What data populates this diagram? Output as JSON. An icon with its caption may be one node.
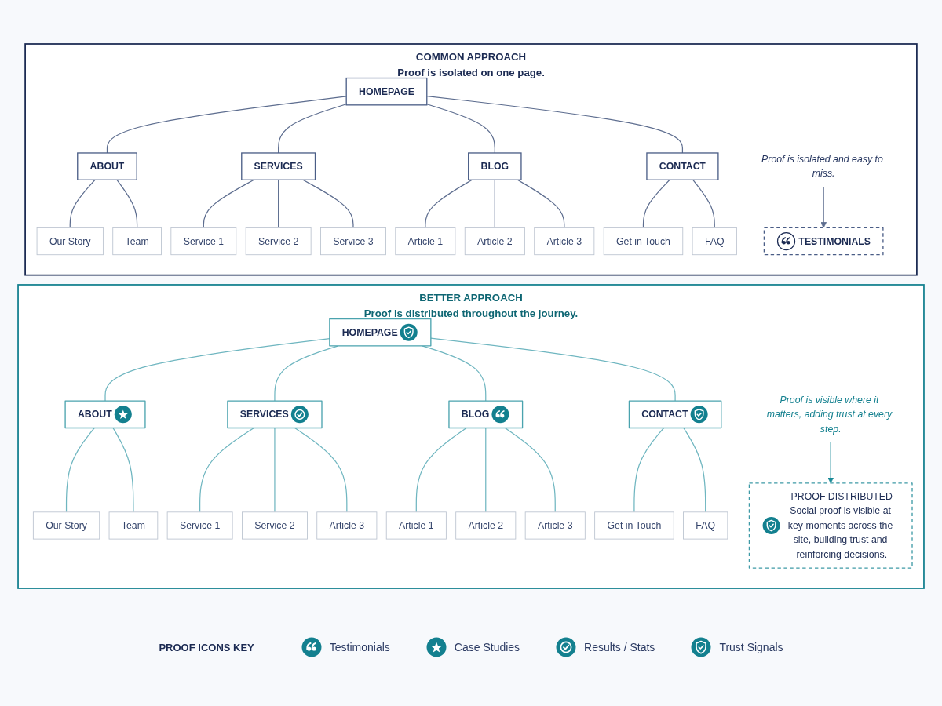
{
  "diagram": {
    "nodes": [
      {
        "text": [
          "COMMON APPROACH",
          "Proof is isolated on one page."
        ]
      },
      {
        "text": [
          "HOMEPAGE"
        ],
        "in": 0
      },
      {
        "text": [
          "ABOUT"
        ],
        "in": 0
      },
      {
        "text": [
          "SERVICES"
        ],
        "in": 0
      },
      {
        "text": [
          "BLOG"
        ],
        "in": 0
      },
      {
        "text": [
          "CONTACT"
        ],
        "in": 0
      },
      {
        "text": [
          "Our Story"
        ],
        "in": 0
      },
      {
        "text": [
          "Team"
        ],
        "in": 0
      },
      {
        "text": [
          "Service 1"
        ],
        "in": 0
      },
      {
        "text": [
          "Service 2"
        ],
        "in": 0
      },
      {
        "text": [
          "Service 3"
        ],
        "in": 0
      },
      {
        "text": [
          "Article 1"
        ],
        "in": 0
      },
      {
        "text": [
          "Article 2"
        ],
        "in": 0
      },
      {
        "text": [
          "Article 3"
        ],
        "in": 0
      },
      {
        "text": [
          "Get in Touch"
        ],
        "in": 0
      },
      {
        "text": [
          "FAQ"
        ],
        "in": 0
      },
      {
        "text": [
          "TESTIMONIALS"
        ],
        "in": 0
      },
      {
        "text": [
          "Proof is isolated and easy to miss."
        ],
        "in": 0
      },
      {
        "text": [
          "BETTER APPROACH",
          "Proof is distributed throughout the journey."
        ]
      },
      {
        "text": [
          "HOMEPAGE"
        ],
        "in": 18
      },
      {
        "text": [
          "ABOUT"
        ],
        "in": 18
      },
      {
        "text": [
          "SERVICES"
        ],
        "in": 18
      },
      {
        "text": [
          "BLOG"
        ],
        "in": 18
      },
      {
        "text": [
          "CONTACT"
        ],
        "in": 18
      },
      {
        "text": [
          "Our Story"
        ],
        "in": 18
      },
      {
        "text": [
          "Team"
        ],
        "in": 18
      },
      {
        "text": [
          "Service 1"
        ],
        "in": 18
      },
      {
        "text": [
          "Service 2"
        ],
        "in": 18
      },
      {
        "text": [
          "Article 3"
        ],
        "in": 18
      },
      {
        "text": [
          "Article 1"
        ],
        "in": 18
      },
      {
        "text": [
          "Article 2"
        ],
        "in": 18
      },
      {
        "text": [
          "Article 3"
        ],
        "in": 18
      },
      {
        "text": [
          "Get in Touch"
        ],
        "in": 18
      },
      {
        "text": [
          "FAQ"
        ],
        "in": 18
      },
      {
        "text": [
          "PROOF DISTRIBUTED",
          "Social proof is visible at key moments across the site, building trust and reinforcing decisions."
        ],
        "in": 18
      },
      {
        "text": [
          "Proof is visible where it matters, adding trust at every step."
        ],
        "in": 18
      }
    ],
    "edges": [
      {
        "from": 1,
        "to": 2,
        "arrow": "none"
      },
      {
        "from": 1,
        "to": 3,
        "arrow": "none"
      },
      {
        "from": 1,
        "to": 4,
        "arrow": "none"
      },
      {
        "from": 1,
        "to": 5,
        "arrow": "none"
      },
      {
        "from": 2,
        "to": 6,
        "arrow": "none"
      },
      {
        "from": 2,
        "to": 7,
        "arrow": "none"
      },
      {
        "from": 3,
        "to": 8,
        "arrow": "none"
      },
      {
        "from": 3,
        "to": 9,
        "arrow": "none"
      },
      {
        "from": 3,
        "to": 10,
        "arrow": "none"
      },
      {
        "from": 4,
        "to": 11,
        "arrow": "none"
      },
      {
        "from": 4,
        "to": 12,
        "arrow": "none"
      },
      {
        "from": 4,
        "to": 13,
        "arrow": "none"
      },
      {
        "from": 5,
        "to": 14,
        "arrow": "none"
      },
      {
        "from": 5,
        "to": 15,
        "arrow": "none"
      },
      {
        "from": 17,
        "to": 16,
        "arrow": "to"
      },
      {
        "from": 19,
        "to": 20,
        "arrow": "none",
        "color": "#6fb6c0"
      },
      {
        "from": 19,
        "to": 21,
        "arrow": "none",
        "color": "#6fb6c0"
      },
      {
        "from": 19,
        "to": 22,
        "arrow": "none",
        "color": "#6fb6c0"
      },
      {
        "from": 19,
        "to": 23,
        "arrow": "none",
        "color": "#6fb6c0"
      },
      {
        "from": 20,
        "to": 24,
        "arrow": "none",
        "color": "#6fb6c0"
      },
      {
        "from": 20,
        "to": 25,
        "arrow": "none",
        "color": "#6fb6c0"
      },
      {
        "from": 21,
        "to": 26,
        "arrow": "none",
        "color": "#6fb6c0"
      },
      {
        "from": 21,
        "to": 27,
        "arrow": "none",
        "color": "#6fb6c0"
      },
      {
        "from": 21,
        "to": 28,
        "arrow": "none",
        "color": "#6fb6c0"
      },
      {
        "from": 22,
        "to": 29,
        "arrow": "none",
        "color": "#6fb6c0"
      },
      {
        "from": 22,
        "to": 30,
        "arrow": "none",
        "color": "#6fb6c0"
      },
      {
        "from": 22,
        "to": 31,
        "arrow": "none",
        "color": "#6fb6c0"
      },
      {
        "from": 23,
        "to": 32,
        "arrow": "none",
        "color": "#6fb6c0"
      },
      {
        "from": 23,
        "to": 33,
        "arrow": "none",
        "color": "#6fb6c0"
      },
      {
        "from": 35,
        "to": 34,
        "arrow": "to",
        "color": "#1c8c99"
      }
    ],
    "labels": [
      "PROOF ICONS KEY"
    ],
    "legend": [
      {
        "text": "Testimonials"
      },
      {
        "text": "Case Studies"
      },
      {
        "text": "Results / Stats"
      },
      {
        "text": "Trust Signals"
      }
    ]
  }
}
